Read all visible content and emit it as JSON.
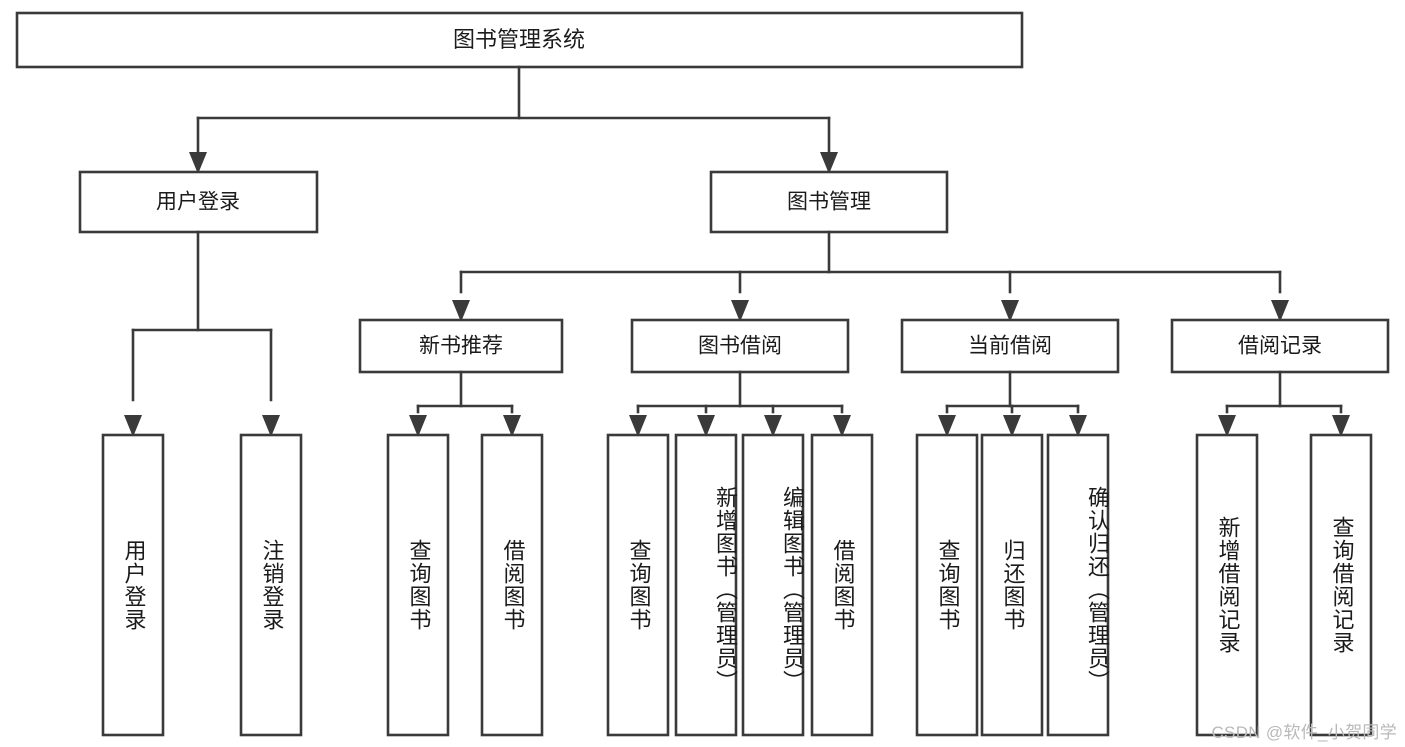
{
  "diagram": {
    "type": "tree-hierarchy-chart",
    "title": "图书管理系统",
    "watermark": "CSDN @软件_小贺同学",
    "colors": {
      "stroke": "#3a3a3a",
      "box_fill": "#ffffff",
      "text": "#1b1b1b",
      "watermark": "#b9b9b9",
      "background": "#ffffff"
    },
    "root": {
      "label": "图书管理系统"
    },
    "level2": [
      {
        "label": "用户登录"
      },
      {
        "label": "图书管理"
      }
    ],
    "level3": [
      {
        "label": "新书推荐"
      },
      {
        "label": "图书借阅"
      },
      {
        "label": "当前借阅"
      },
      {
        "label": "借阅记录"
      }
    ],
    "leaves": {
      "user_login": [
        {
          "label": "用户登录"
        },
        {
          "label": "注销登录"
        }
      ],
      "new_book_recommend": [
        {
          "label": "查询图书"
        },
        {
          "label": "借阅图书"
        }
      ],
      "book_borrow": [
        {
          "label": "查询图书"
        },
        {
          "label": "新增图书（管理员）"
        },
        {
          "label": "编辑图书（管理员）"
        },
        {
          "label": "借阅图书"
        }
      ],
      "current_borrow": [
        {
          "label": "查询图书"
        },
        {
          "label": "归还图书"
        },
        {
          "label": "确认归还（管理员）"
        }
      ],
      "borrow_record": [
        {
          "label": "新增借阅记录"
        },
        {
          "label": "查询借阅记录"
        }
      ]
    }
  }
}
